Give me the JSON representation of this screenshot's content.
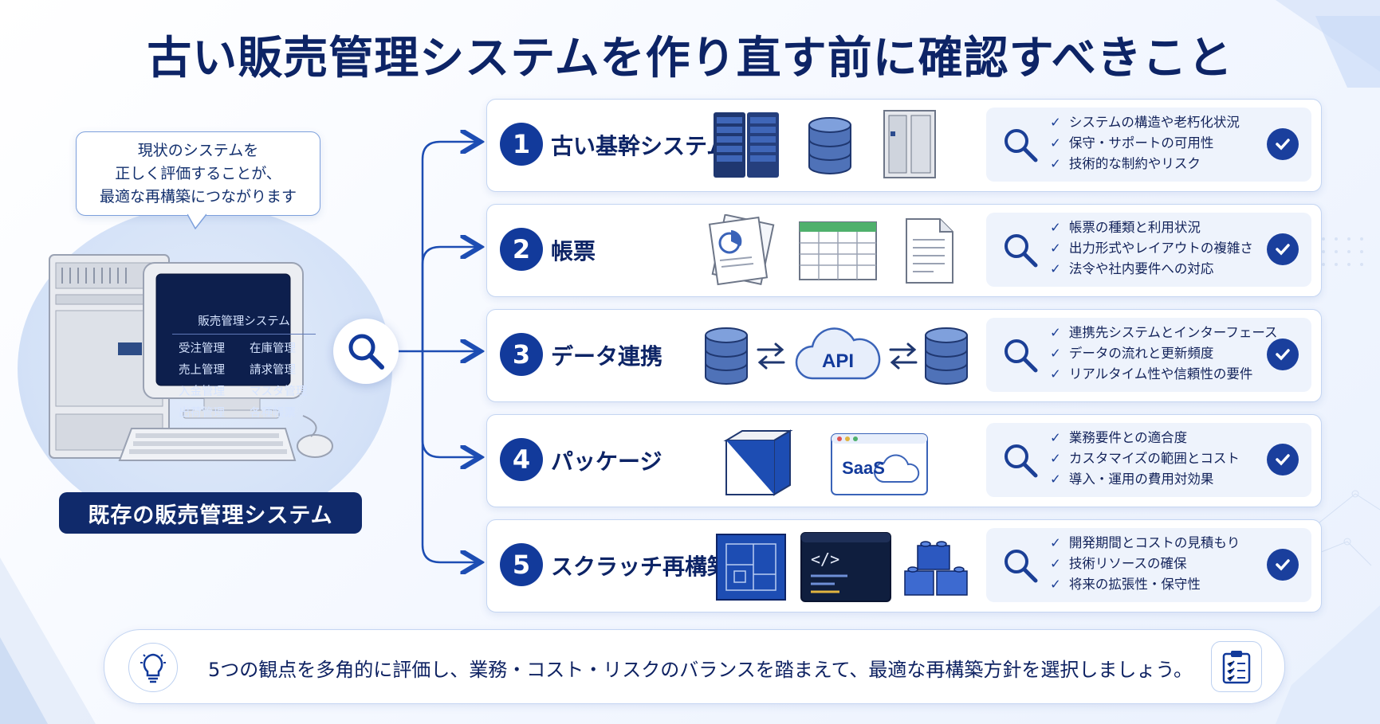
{
  "title": "古い販売管理システムを作り直す前に確認すべきこと",
  "bubble": {
    "lines": [
      "現状のシステムを",
      "正しく評価することが、",
      "最適な再構築につながります"
    ]
  },
  "left_panel": {
    "screen_title": "販売管理システム",
    "screen_items": [
      "受注管理",
      "在庫管理",
      "売上管理",
      "請求管理",
      "入金管理",
      "マスタ管理",
      "出荷管理",
      "各種帳票"
    ],
    "label": "既存の販売管理システム"
  },
  "cards": [
    {
      "number": "1",
      "title": "古い基幹システム",
      "icons": [
        "server-rack-icon",
        "database-icon",
        "mainframe-cabinet-icon"
      ],
      "checks": [
        "システムの構造や老朽化状況",
        "保守・サポートの可用性",
        "技術的な制約やリスク"
      ]
    },
    {
      "number": "2",
      "title": "帳票",
      "icons": [
        "report-documents-icon",
        "spreadsheet-icon",
        "document-icon"
      ],
      "checks": [
        "帳票の種類と利用状況",
        "出力形式やレイアウトの複雑さ",
        "法令や社内要件への対応"
      ]
    },
    {
      "number": "3",
      "title": "データ連携",
      "icons": [
        "database-icon",
        "exchange-arrows-icon",
        "api-cloud-icon",
        "exchange-arrows-icon",
        "database-icon"
      ],
      "checks": [
        "連携先システムとインターフェース",
        "データの流れと更新頻度",
        "リアルタイム性や信頼性の要件"
      ]
    },
    {
      "number": "4",
      "title": "パッケージ",
      "icons": [
        "package-box-icon",
        "saas-window-icon"
      ],
      "checks": [
        "業務要件との適合度",
        "カスタマイズの範囲とコスト",
        "導入・運用の費用対効果"
      ]
    },
    {
      "number": "5",
      "title": "スクラッチ再構築",
      "icons": [
        "blueprint-icon",
        "code-editor-icon",
        "building-blocks-icon"
      ],
      "checks": [
        "開発期間とコストの見積もり",
        "技術リソースの確保",
        "将来の拡張性・保守性"
      ]
    }
  ],
  "icon_texts": {
    "api": "API",
    "saas": "SaaS",
    "code": "</>"
  },
  "footer": {
    "text": "5つの観点を多角的に評価し、業務・コスト・リスクのバランスを踏まえて、最適な再構築方針を選択しましょう。",
    "left_icon": "lightbulb-icon",
    "right_icon": "checklist-clipboard-icon"
  },
  "colors": {
    "navy": "#0d2466",
    "accent": "#123a9b",
    "panel": "#eef3fc"
  }
}
